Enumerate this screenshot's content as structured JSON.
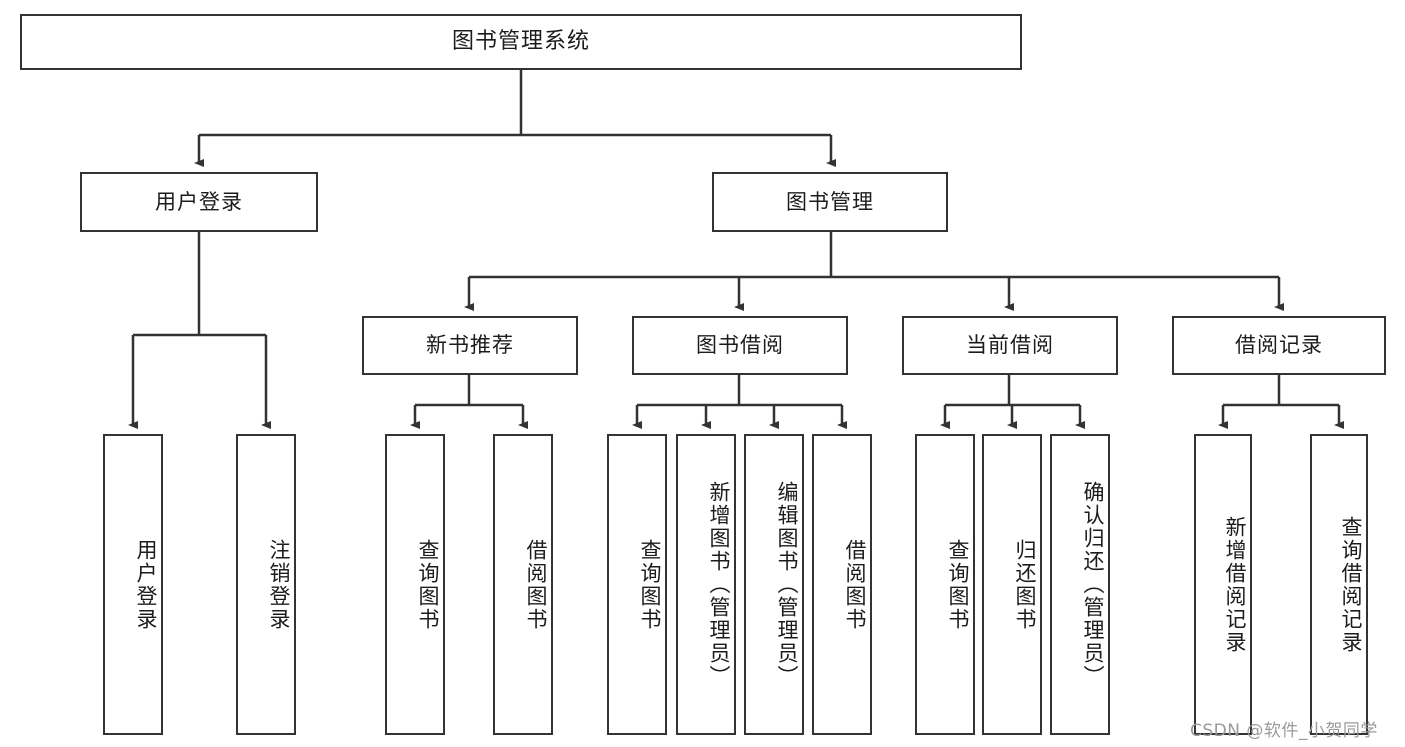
{
  "diagram": {
    "title": "图书管理系统",
    "root": {
      "label": "图书管理系统"
    },
    "level1": [
      {
        "label": "用户登录"
      },
      {
        "label": "图书管理"
      }
    ],
    "level2": [
      {
        "label": "新书推荐"
      },
      {
        "label": "图书借阅"
      },
      {
        "label": "当前借阅"
      },
      {
        "label": "借阅记录"
      }
    ],
    "leaves": {
      "user_login": [
        {
          "label": "用户登录"
        },
        {
          "label": "注销登录"
        }
      ],
      "new_book_recommend": [
        {
          "label": "查询图书"
        },
        {
          "label": "借阅图书"
        }
      ],
      "book_borrow": [
        {
          "label": "查询图书"
        },
        {
          "label": "新增图书（管理员）"
        },
        {
          "label": "编辑图书（管理员）"
        },
        {
          "label": "借阅图书"
        }
      ],
      "current_borrow": [
        {
          "label": "查询图书"
        },
        {
          "label": "归还图书"
        },
        {
          "label": "确认归还（管理员）"
        }
      ],
      "borrow_record": [
        {
          "label": "新增借阅记录"
        },
        {
          "label": "查询借阅记录"
        }
      ]
    },
    "watermark": "CSDN @软件_小贺同学",
    "colors": {
      "border": "#333333",
      "background": "#ffffff",
      "text": "#1c1c1c",
      "watermark": "#9a9a9a"
    }
  }
}
